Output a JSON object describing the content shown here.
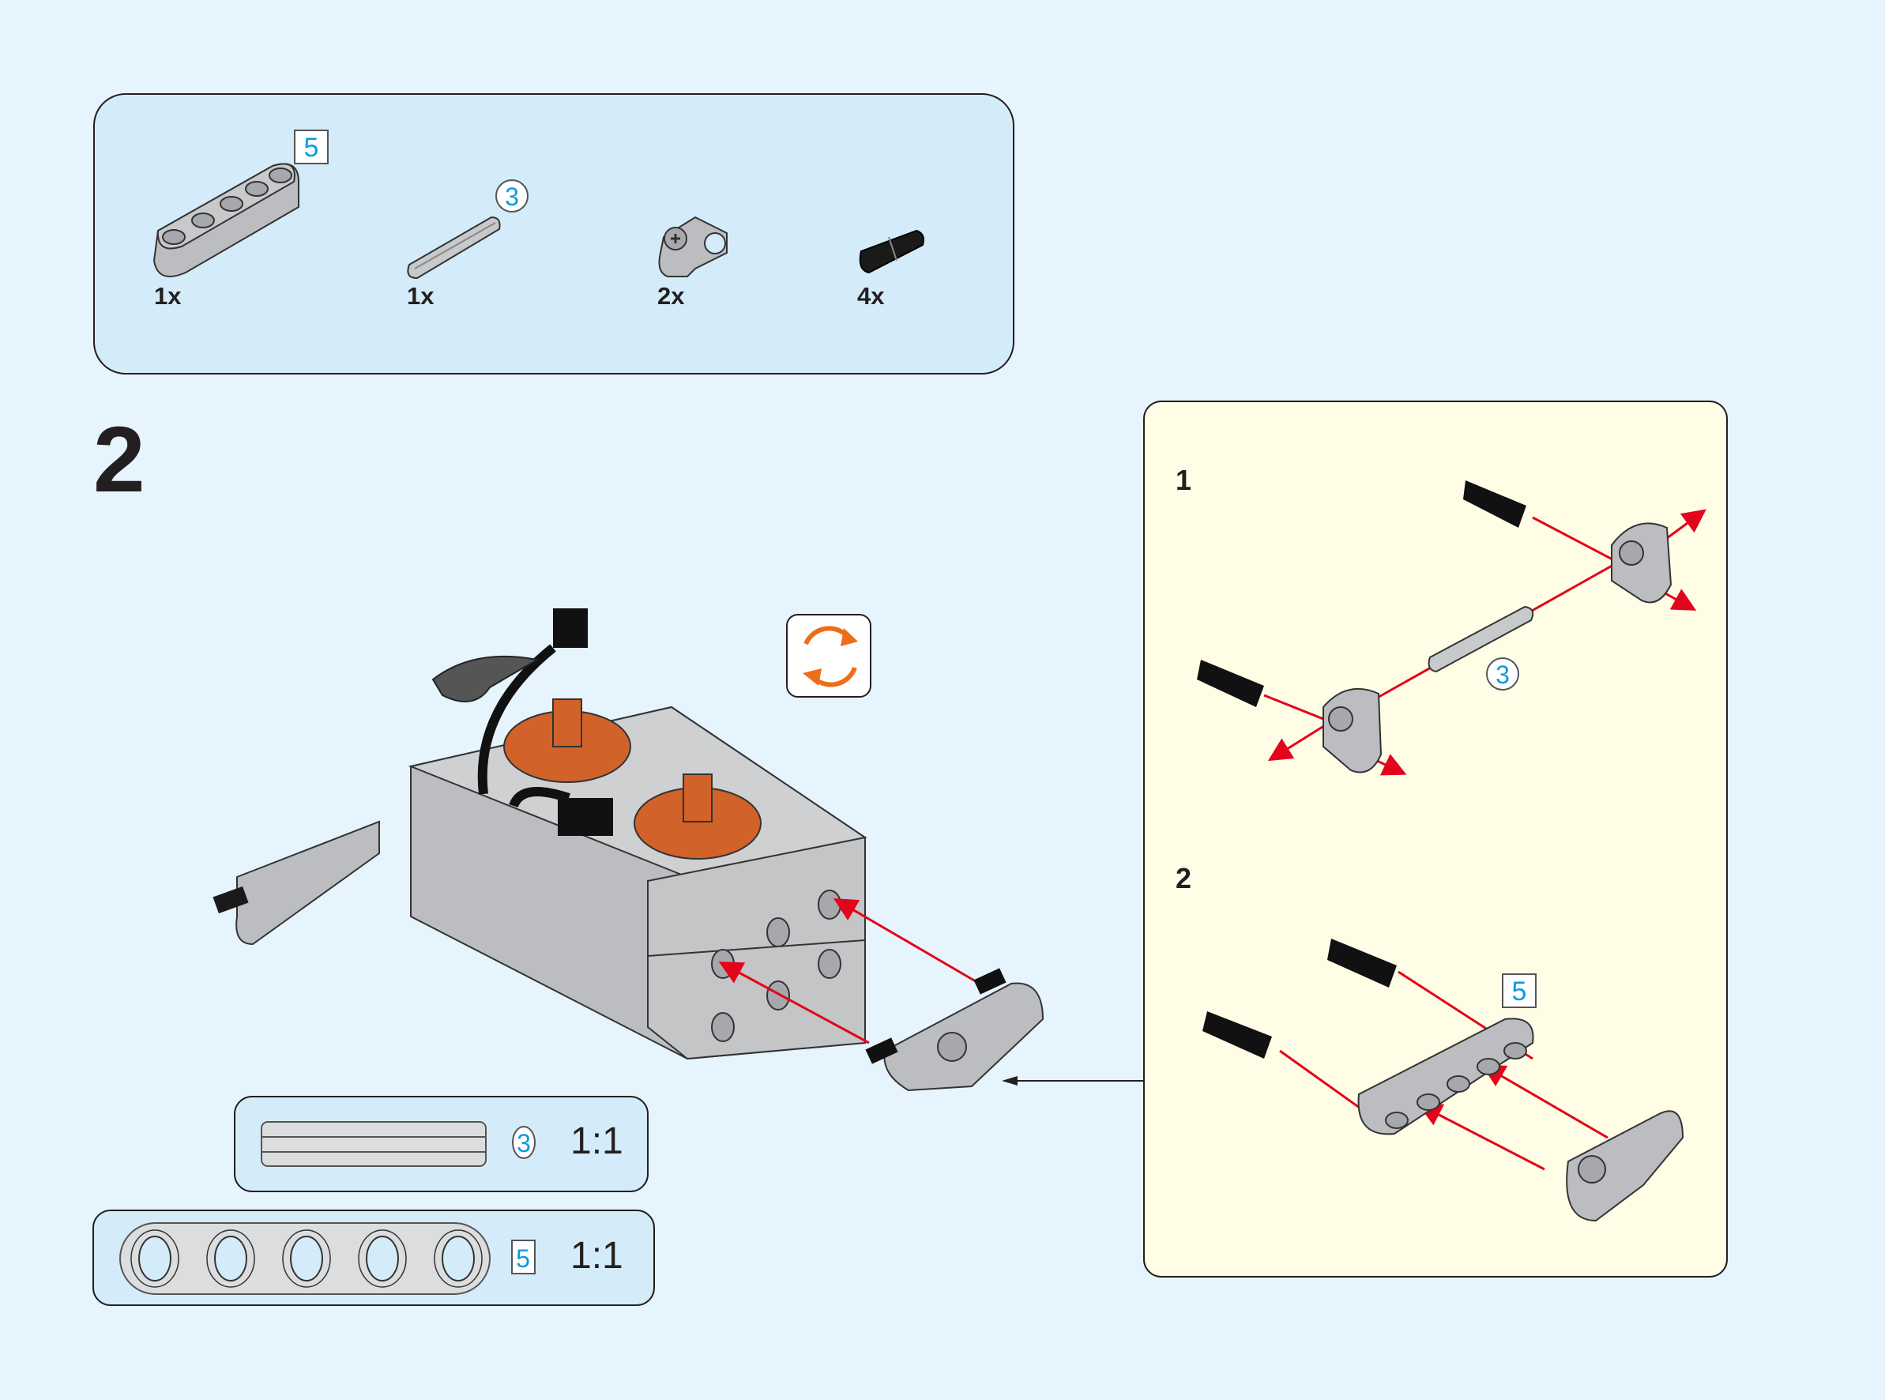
{
  "parts_list": {
    "items": [
      {
        "name": "beam",
        "qty": "1x",
        "length_tag": "5"
      },
      {
        "name": "axle",
        "qty": "1x",
        "length_tag": "3"
      },
      {
        "name": "axle-pin-connector",
        "qty": "2x"
      },
      {
        "name": "friction-pin",
        "qty": "4x"
      }
    ]
  },
  "step": {
    "number": "2"
  },
  "rotate_icon": "rotate-arrows-icon",
  "subassembly": {
    "substeps": [
      {
        "number": "1",
        "axle_tag": "3"
      },
      {
        "number": "2",
        "beam_tag": "5"
      }
    ]
  },
  "scale_guides": [
    {
      "part": "axle",
      "tag": "3",
      "ratio": "1:1"
    },
    {
      "part": "beam",
      "tag": "5",
      "ratio": "1:1"
    }
  ],
  "colors": {
    "background": "#e6f4fd",
    "panel": "#d4ecf9",
    "subpanel": "#fffde6",
    "arrow": "#e3051b",
    "tag": "#0a9be0",
    "orange": "#d0622a"
  }
}
